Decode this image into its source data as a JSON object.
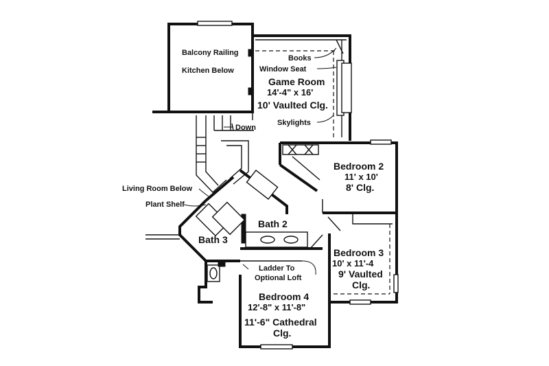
{
  "rooms": {
    "game_room": {
      "name": "Game Room",
      "size": "14'-4\" x 16'",
      "ceiling": "10' Vaulted Clg."
    },
    "bedroom2": {
      "name": "Bedroom 2",
      "size": "11' x 10'",
      "ceiling": "8' Clg."
    },
    "bedroom3": {
      "name": "Bedroom 3",
      "size": "10' x 11'-4",
      "ceiling_line1": "9' Vaulted",
      "ceiling_line2": "Clg."
    },
    "bedroom4": {
      "name": "Bedroom 4",
      "size": "12'-8\" x 11'-8\"",
      "ceiling_line1": "11'-6\" Cathedral",
      "ceiling_line2": "Clg."
    },
    "bath2": {
      "name": "Bath 2"
    },
    "bath3": {
      "name": "Bath 3"
    }
  },
  "notes": {
    "balcony_railing": "Balcony Railing",
    "kitchen_below": "Kitchen Below",
    "books": "Books",
    "window_seat": "Window Seat",
    "skylights": "Skylights",
    "down": "Down",
    "living_room_below": "Living Room Below",
    "plant_shelf": "Plant Shelf",
    "ladder_line1": "Ladder To",
    "ladder_line2": "Optional Loft"
  }
}
